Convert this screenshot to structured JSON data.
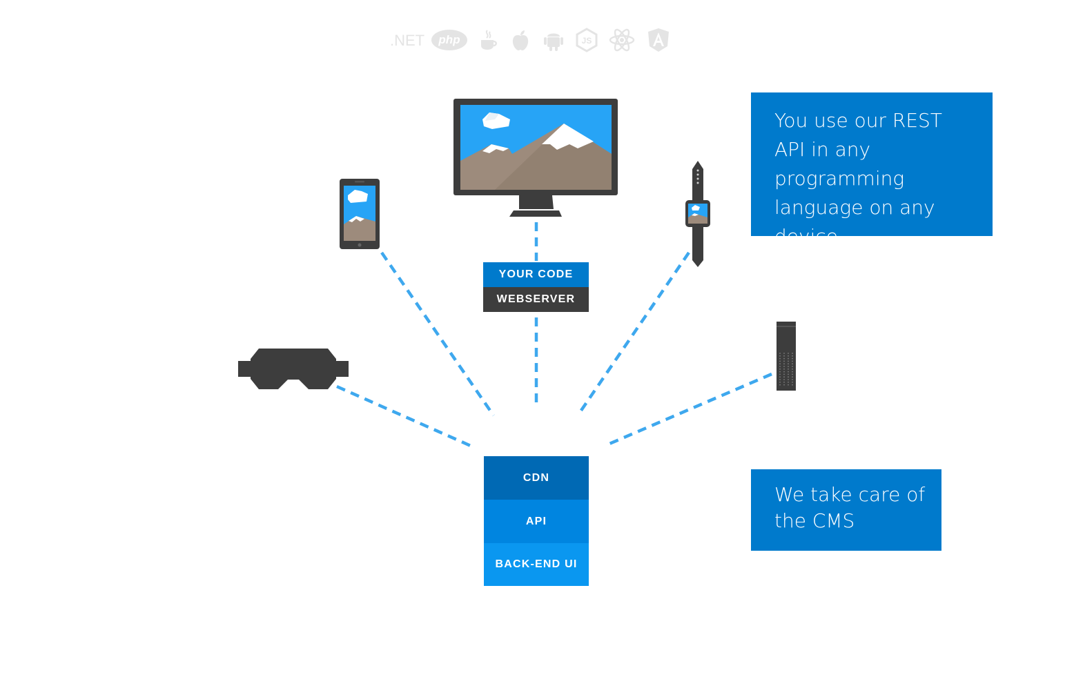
{
  "tech_logos": [
    {
      "name": "dotnet",
      "label": ".NET"
    },
    {
      "name": "php",
      "label": "php"
    },
    {
      "name": "java",
      "icon": "java-cup-icon"
    },
    {
      "name": "apple",
      "icon": "apple-icon"
    },
    {
      "name": "android",
      "icon": "android-icon"
    },
    {
      "name": "nodejs",
      "icon": "nodejs-hexagon-icon"
    },
    {
      "name": "react",
      "icon": "react-atom-icon"
    },
    {
      "name": "angular",
      "icon": "angular-shield-icon"
    }
  ],
  "client_stack": {
    "your_code": "YOUR CODE",
    "webserver": "WEBSERVER"
  },
  "cms_stack": {
    "cdn": "CDN",
    "api": "API",
    "backend_ui": "BACK-END UI"
  },
  "info_boxes": {
    "rest_api": "You use our REST API in any programming language on any device",
    "cms": "We take care of the CMS"
  },
  "devices": [
    {
      "name": "desktop-monitor",
      "icon": "monitor-icon"
    },
    {
      "name": "smartphone",
      "icon": "phone-icon"
    },
    {
      "name": "smartwatch",
      "icon": "watch-icon"
    },
    {
      "name": "vr-headset",
      "icon": "vr-headset-icon"
    },
    {
      "name": "tv-remote",
      "icon": "remote-control-icon"
    }
  ],
  "colors": {
    "primary_blue": "#007acc",
    "cdn_blue": "#0069b4",
    "api_blue": "#0085e0",
    "backend_blue": "#0a97f0",
    "dark_gray": "#3d3d3d",
    "sky_blue": "#27a4f6",
    "mountain": "#9d8b7c",
    "connector": "#3ea8ee",
    "logo_gray": "#e4e4e4"
  }
}
